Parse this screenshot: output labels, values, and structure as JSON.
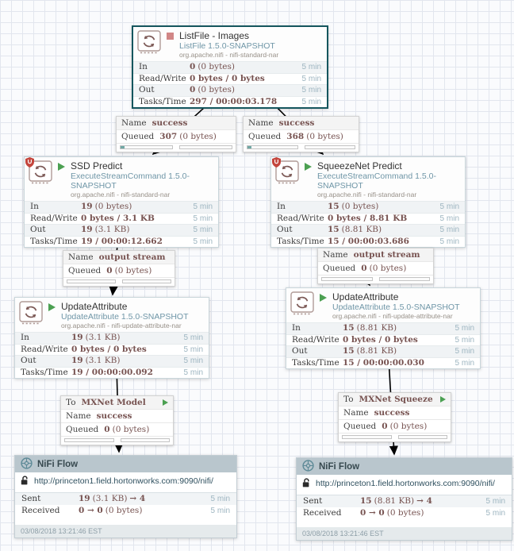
{
  "colors": {
    "value_text": "#775351",
    "type_text": "#6f96a7",
    "running_green": "#4ca052",
    "stopped_red": "#d18686",
    "selected_border": "#15565e",
    "rpg_header_bg": "#b9c6cd",
    "period_text": "#9db5c0"
  },
  "processors": [
    {
      "name": "ListFile - Images",
      "type": "ListFile 1.5.0-SNAPSHOT",
      "bundle": "org.apache.nifi - nifi-standard-nar",
      "state": "stopped",
      "rows": [
        {
          "label": "In",
          "bold": "0",
          "rest": "(0 bytes)",
          "period": "5 min"
        },
        {
          "label": "Read/Write",
          "bold": "0 bytes / 0 bytes",
          "rest": "",
          "period": "5 min"
        },
        {
          "label": "Out",
          "bold": "0",
          "rest": "(0 bytes)",
          "period": "5 min"
        },
        {
          "label": "Tasks/Time",
          "bold": "297 / 00:00:03.178",
          "rest": "",
          "period": "5 min"
        }
      ]
    },
    {
      "name": "SSD Predict",
      "type": "ExecuteStreamCommand 1.5.0-SNAPSHOT",
      "bundle": "org.apache.nifi - nifi-standard-nar",
      "state": "running",
      "rows": [
        {
          "label": "In",
          "bold": "19",
          "rest": "(0 bytes)",
          "period": "5 min"
        },
        {
          "label": "Read/Write",
          "bold": "0 bytes / 3.1 KB",
          "rest": "",
          "period": "5 min"
        },
        {
          "label": "Out",
          "bold": "19",
          "rest": "(3.1 KB)",
          "period": "5 min"
        },
        {
          "label": "Tasks/Time",
          "bold": "19 / 00:00:12.662",
          "rest": "",
          "period": "5 min"
        }
      ]
    },
    {
      "name": "SqueezeNet Predict",
      "type": "ExecuteStreamCommand 1.5.0-SNAPSHOT",
      "bundle": "org.apache.nifi - nifi-standard-nar",
      "state": "running",
      "rows": [
        {
          "label": "In",
          "bold": "15",
          "rest": "(0 bytes)",
          "period": "5 min"
        },
        {
          "label": "Read/Write",
          "bold": "0 bytes / 8.81 KB",
          "rest": "",
          "period": "5 min"
        },
        {
          "label": "Out",
          "bold": "15",
          "rest": "(8.81 KB)",
          "period": "5 min"
        },
        {
          "label": "Tasks/Time",
          "bold": "15 / 00:00:03.686",
          "rest": "",
          "period": "5 min"
        }
      ]
    },
    {
      "name": "UpdateAttribute",
      "type": "UpdateAttribute 1.5.0-SNAPSHOT",
      "bundle": "org.apache.nifi - nifi-update-attribute-nar",
      "state": "running",
      "rows": [
        {
          "label": "In",
          "bold": "19",
          "rest": "(3.1 KB)",
          "period": "5 min"
        },
        {
          "label": "Read/Write",
          "bold": "0 bytes / 0 bytes",
          "rest": "",
          "period": "5 min"
        },
        {
          "label": "Out",
          "bold": "19",
          "rest": "(3.1 KB)",
          "period": "5 min"
        },
        {
          "label": "Tasks/Time",
          "bold": "19 / 00:00:00.092",
          "rest": "",
          "period": "5 min"
        }
      ]
    },
    {
      "name": "UpdateAttribute",
      "type": "UpdateAttribute 1.5.0-SNAPSHOT",
      "bundle": "org.apache.nifi - nifi-update-attribute-nar",
      "state": "running",
      "rows": [
        {
          "label": "In",
          "bold": "15",
          "rest": "(8.81 KB)",
          "period": "5 min"
        },
        {
          "label": "Read/Write",
          "bold": "0 bytes / 0 bytes",
          "rest": "",
          "period": "5 min"
        },
        {
          "label": "Out",
          "bold": "15",
          "rest": "(8.81 KB)",
          "period": "5 min"
        },
        {
          "label": "Tasks/Time",
          "bold": "15 / 00:00:00.030",
          "rest": "",
          "period": "5 min"
        }
      ]
    }
  ],
  "connections": [
    {
      "name_label": "Name",
      "name": "success",
      "queued_label": "Queued",
      "queued_count": "307",
      "queued_rest": "(0 bytes)"
    },
    {
      "name_label": "Name",
      "name": "success",
      "queued_label": "Queued",
      "queued_count": "368",
      "queued_rest": "(0 bytes)"
    },
    {
      "name_label": "Name",
      "name": "output stream",
      "queued_label": "Queued",
      "queued_count": "0",
      "queued_rest": "(0 bytes)"
    },
    {
      "name_label": "Name",
      "name": "output stream",
      "queued_label": "Queued",
      "queued_count": "0",
      "queued_rest": "(0 bytes)"
    },
    {
      "to_label": "To",
      "to": "MXNet Model",
      "name_label": "Name",
      "name": "success",
      "queued_label": "Queued",
      "queued_count": "0",
      "queued_rest": "(0 bytes)"
    },
    {
      "to_label": "To",
      "to": "MXNet Squeeze",
      "name_label": "Name",
      "name": "success",
      "queued_label": "Queued",
      "queued_count": "0",
      "queued_rest": "(0 bytes)"
    }
  ],
  "remote_groups": [
    {
      "title": "NiFi Flow",
      "url": "http://princeton1.field.hortonworks.com:9090/nifi/",
      "sent_label": "Sent",
      "sent_count": "19",
      "sent_size": "(3.1 KB)",
      "sent_arrow": "→ 4",
      "sent_period": "5 min",
      "received_label": "Received",
      "received_count": "0 → 0",
      "received_rest": "(0 bytes)",
      "received_period": "5 min",
      "timestamp": "03/08/2018 13:21:46 EST"
    },
    {
      "title": "NiFi Flow",
      "url": "http://princeton1.field.hortonworks.com:9090/nifi/",
      "sent_label": "Sent",
      "sent_count": "15",
      "sent_size": "(8.81 KB)",
      "sent_arrow": "→ 4",
      "sent_period": "5 min",
      "received_label": "Received",
      "received_count": "0 → 0",
      "received_rest": "(0 bytes)",
      "received_period": "5 min",
      "timestamp": "03/08/2018 13:21:46 EST"
    }
  ]
}
